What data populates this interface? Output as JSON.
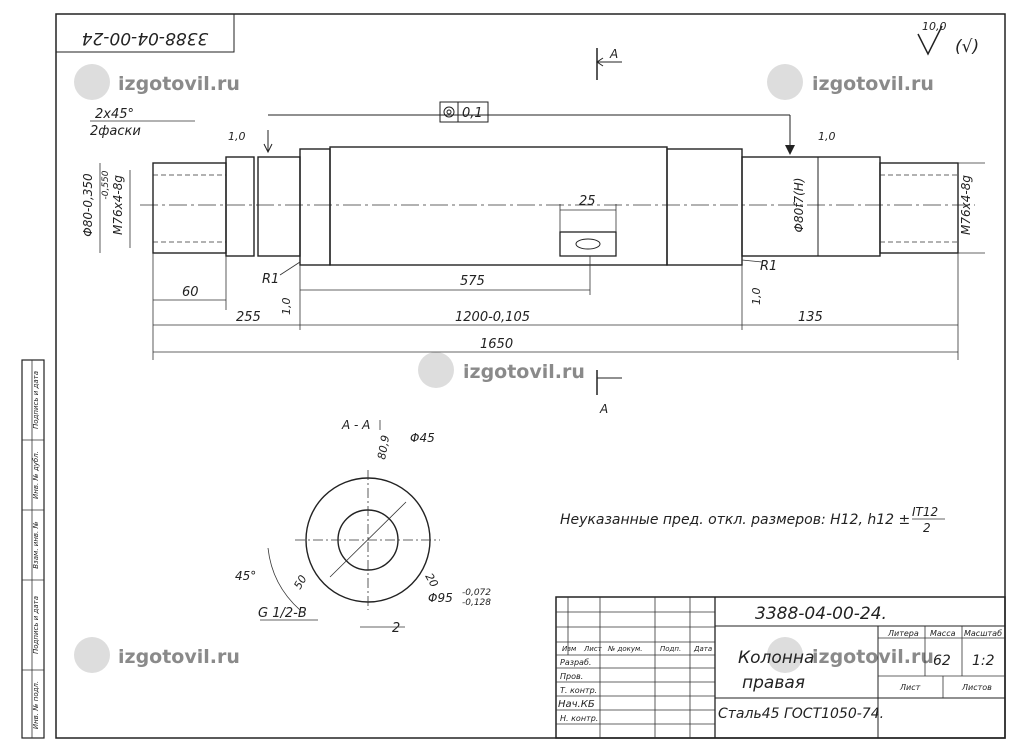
{
  "drawing_number_rotated": "3388-04-00-24",
  "roughness": {
    "value": "10,0",
    "rest": "(√)"
  },
  "section_marker_top": "A",
  "section_marker_bottom": "A",
  "watermark": "izgotovil.ru",
  "runout_tolerance": "0,1",
  "chamfer_note": {
    "line1": "2x45°",
    "line2": "2фаски"
  },
  "dims": {
    "left_dia": "Φ80-0,350",
    "left_dia_tol": "-0,550",
    "left_thread": "M76x4-8g",
    "right_dia": "Φ80f7(H)",
    "right_thread": "M76x4-8g",
    "slot_width": "25",
    "d575": "575",
    "d60": "60",
    "d255": "255",
    "d1200": "1200-0,105",
    "d135": "135",
    "d1650": "1650",
    "r1_left": "R1",
    "r1_right": "R1",
    "rough_left": "1,0",
    "rough_right": "1,0",
    "rough_mid_left": "1,0",
    "rough_mid_right": "1,0"
  },
  "section": {
    "title": "A - A",
    "d45": "Φ45",
    "r809": "80,9",
    "angle": "45°",
    "d50": "50",
    "d20": "20",
    "d95": "Φ95",
    "d95_tol_top": "-0,072",
    "d95_tol_bot": "-0,128",
    "thread": "G 1/2-B",
    "d2": "2"
  },
  "note": "Неуказанные пред. откл. размеров: H12, h12 ± IT12/2",
  "note_main": "Неуказанные пред. откл. размеров: H12, h12 ±",
  "note_frac_top": "IT12",
  "note_frac_bot": "2",
  "title_block": {
    "number": "3388-04-00-24.",
    "name_line1": "Колонна",
    "name_line2": "правая",
    "material": "Сталь45 ГОСТ1050-74.",
    "head_litera": "Литера",
    "head_massa": "Масса",
    "head_masshtab": "Масштаб",
    "mass": "62",
    "scale": "1:2",
    "list": "Лист",
    "listov": "Листов",
    "row_razrab": "Разраб.",
    "row_prov": "Пров.",
    "row_tkontr": "Т. контр.",
    "row_nach": "Нач.КБ",
    "row_nkontr": "Н. контр.",
    "col_izm": "Изм",
    "col_list": "Лист",
    "col_doc": "№ докум.",
    "col_podp": "Подп.",
    "col_data": "Дата"
  },
  "side_stamp": [
    "Подпись и дата",
    "Инв. № дубл.",
    "Взам. инв. №",
    "Подпись и дата",
    "Инв. № подл."
  ]
}
